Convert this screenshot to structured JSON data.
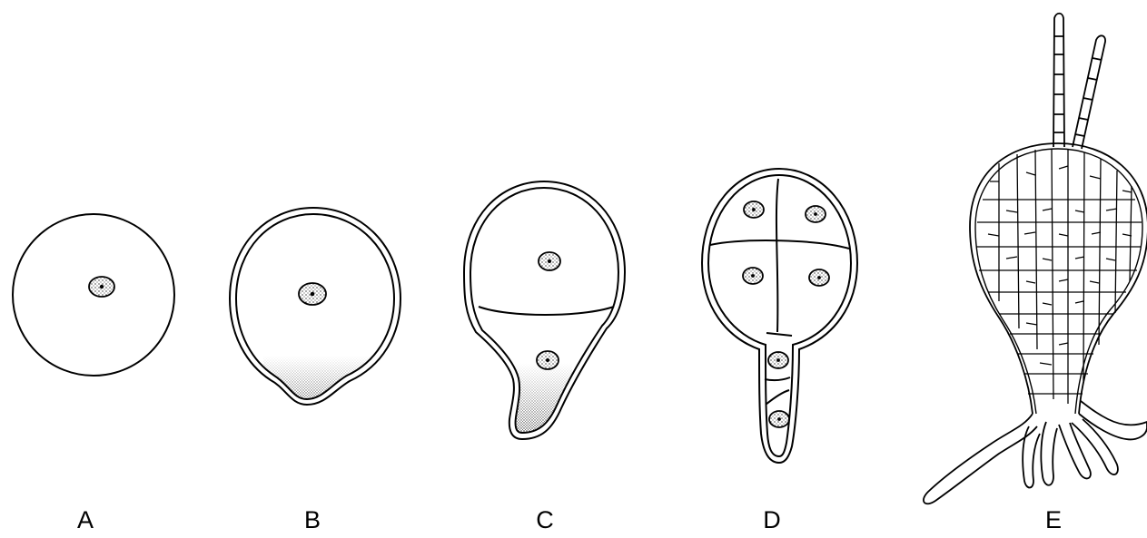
{
  "figure": {
    "stages": [
      {
        "id": "a",
        "label": "A"
      },
      {
        "id": "b",
        "label": "B"
      },
      {
        "id": "c",
        "label": "C"
      },
      {
        "id": "d",
        "label": "D"
      },
      {
        "id": "e",
        "label": "E"
      }
    ],
    "colors": {
      "line": "#000000",
      "background": "#ffffff",
      "stipple": "#000000"
    }
  }
}
